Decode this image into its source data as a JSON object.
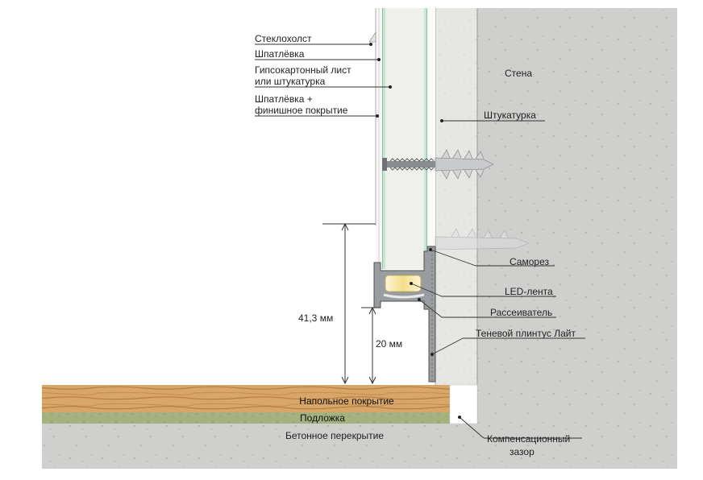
{
  "labels": {
    "steklokholst": "Стеклохолст",
    "shpatlevka": "Шпатлёвка",
    "gkl_line1": "Гипсокартонный лист",
    "gkl_line2": "или штукатурка",
    "finish_line1": "Шпатлёвка +",
    "finish_line2": "финишное покрытие",
    "stena": "Стена",
    "shtukaturka": "Штукатурка",
    "samorez": "Саморез",
    "led": "LED-лента",
    "rasseivatel": "Рассеиватель",
    "plintus": "Теневой плинтус Лайт",
    "napolnoe": "Напольное покрытие",
    "podlozhka": "Подложка",
    "betonnoe": "Бетонное перекрытие",
    "zazor_line1": "Компенсационный",
    "zazor_line2": "зазор"
  },
  "dimensions": {
    "total_height": "41,3 мм",
    "plinth_height": "20 мм"
  },
  "colors": {
    "concrete": "#cfd0cd",
    "concrete_dark": "#b9bab7",
    "wood": "#d9a66a",
    "wood_dark": "#b97f42",
    "underlay": "#9fae78",
    "glass": "#bfe3cf",
    "profile": "#8f9294",
    "led_glow": "#f6e9b8",
    "line": "#333333"
  }
}
